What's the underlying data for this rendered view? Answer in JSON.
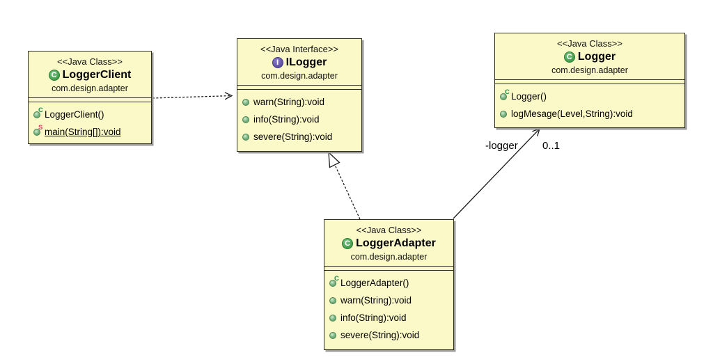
{
  "boxes": [
    {
      "name": "LoggerClient",
      "stereotype": "<<Java Class>>",
      "package": "com.design.adapter",
      "kind": "class",
      "kind_letter": "C",
      "methods": [
        {
          "label": "LoggerClient()",
          "sup": "C",
          "static": false
        },
        {
          "label": "main(String[]):void",
          "sup": "S",
          "static": true
        }
      ]
    },
    {
      "name": "ILogger",
      "stereotype": "<<Java Interface>>",
      "package": "com.design.adapter",
      "kind": "interface",
      "kind_letter": "I",
      "methods": [
        {
          "label": "warn(String):void",
          "sup": "",
          "static": false
        },
        {
          "label": "info(String):void",
          "sup": "",
          "static": false
        },
        {
          "label": "severe(String):void",
          "sup": "",
          "static": false
        }
      ]
    },
    {
      "name": "Logger",
      "stereotype": "<<Java Class>>",
      "package": "com.design.adapter",
      "kind": "class",
      "kind_letter": "C",
      "methods": [
        {
          "label": "Logger()",
          "sup": "C",
          "static": false
        },
        {
          "label": "logMesage(Level,String):void",
          "sup": "",
          "static": false
        }
      ]
    },
    {
      "name": "LoggerAdapter",
      "stereotype": "<<Java Class>>",
      "package": "com.design.adapter",
      "kind": "class",
      "kind_letter": "C",
      "methods": [
        {
          "label": "LoggerAdapter()",
          "sup": "C",
          "static": false
        },
        {
          "label": "warn(String):void",
          "sup": "",
          "static": false
        },
        {
          "label": "info(String):void",
          "sup": "",
          "static": false
        },
        {
          "label": "severe(String):void",
          "sup": "",
          "static": false
        }
      ]
    }
  ],
  "relationships": [
    {
      "type": "dependency",
      "from": "LoggerClient",
      "to": "ILogger",
      "line": "dashed",
      "arrowhead": "open"
    },
    {
      "type": "realization",
      "from": "LoggerAdapter",
      "to": "ILogger",
      "line": "dashed",
      "arrowhead": "hollow-triangle"
    },
    {
      "type": "association",
      "from": "LoggerAdapter",
      "to": "Logger",
      "line": "solid",
      "arrowhead": "open",
      "label": "-logger",
      "multiplicity": "0..1"
    }
  ],
  "colors": {
    "box_fill": "#FBF9C8",
    "box_border": "#2E2E1F",
    "box_shadow": "#9A9A9A",
    "class_icon_green": "#3E9B46",
    "interface_icon_purple": "#5A4CA0",
    "method_sphere_green": "#7AB483",
    "constructor_marker_green": "#1C8A4C",
    "static_marker_red": "#D14667",
    "line_color": "#1A1A1A",
    "background": "#FFFFFF"
  }
}
